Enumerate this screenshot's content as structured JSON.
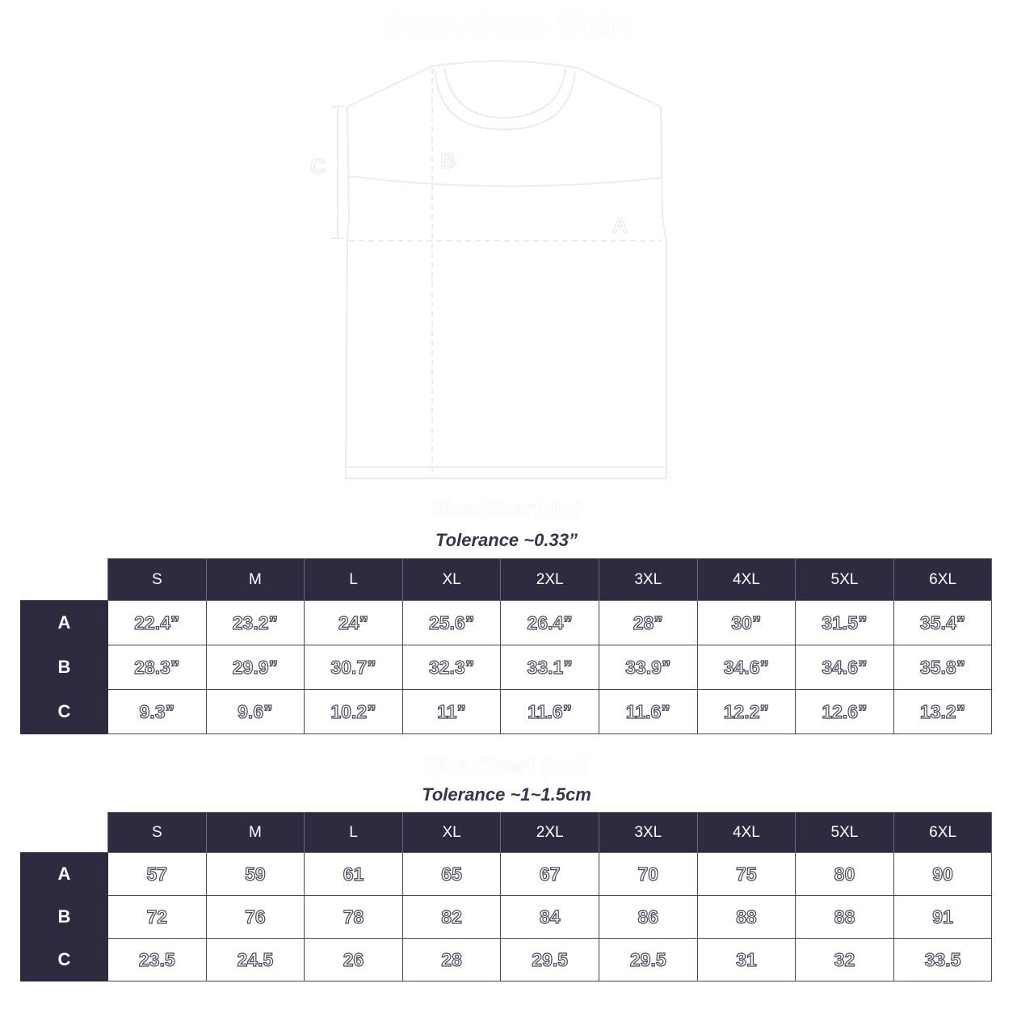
{
  "title": "Sleeveless Shirt",
  "diagram": {
    "labels": {
      "a": "A",
      "b": "B",
      "c": "C"
    }
  },
  "sizes": [
    "S",
    "M",
    "L",
    "XL",
    "2XL",
    "3XL",
    "4XL",
    "5XL",
    "6XL"
  ],
  "chart_in": {
    "title": "Size Chart (in)",
    "tolerance": "Tolerance ~0.33”",
    "rows": [
      {
        "label": "A",
        "values": [
          "22.4”",
          "23.2”",
          "24”",
          "25.6”",
          "26.4”",
          "28”",
          "30”",
          "31.5”",
          "35.4”"
        ]
      },
      {
        "label": "B",
        "values": [
          "28.3”",
          "29.9”",
          "30.7”",
          "32.3”",
          "33.1”",
          "33.9”",
          "34.6”",
          "34.6”",
          "35.8”"
        ]
      },
      {
        "label": "C",
        "values": [
          "9.3”",
          "9.6”",
          "10.2”",
          "11”",
          "11.6”",
          "11.6”",
          "12.2”",
          "12.6”",
          "13.2”"
        ]
      }
    ]
  },
  "chart_cm": {
    "title": "Size Chart (cm)",
    "tolerance": "Tolerance ~1~1.5cm",
    "rows": [
      {
        "label": "A",
        "values": [
          "57",
          "59",
          "61",
          "65",
          "67",
          "70",
          "75",
          "80",
          "90"
        ]
      },
      {
        "label": "B",
        "values": [
          "72",
          "76",
          "78",
          "82",
          "84",
          "86",
          "88",
          "88",
          "91"
        ]
      },
      {
        "label": "C",
        "values": [
          "23.5",
          "24.5",
          "26",
          "28",
          "29.5",
          "29.5",
          "31",
          "32",
          "33.5"
        ]
      }
    ]
  },
  "colors": {
    "header_bg": "#2f2a40",
    "tolerance_text": "#38344a",
    "cell_border": "#4a465a"
  }
}
